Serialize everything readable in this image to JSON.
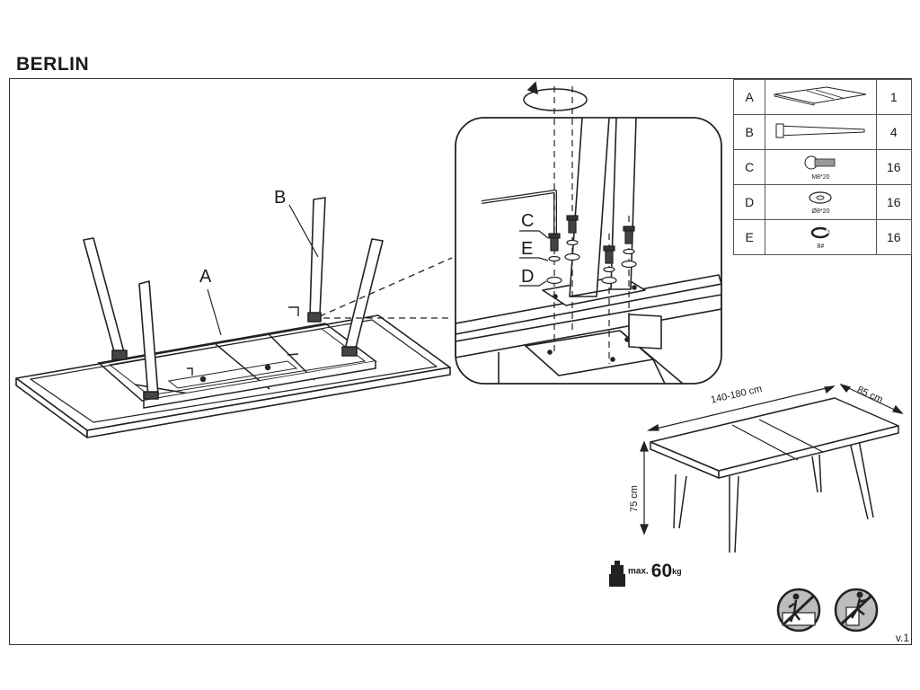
{
  "header": {
    "title": "BERLIN"
  },
  "parts": [
    {
      "letter": "A",
      "spec": "",
      "qty": "1",
      "icon": "table-top-icon"
    },
    {
      "letter": "B",
      "spec": "",
      "qty": "4",
      "icon": "leg-icon"
    },
    {
      "letter": "C",
      "spec": "M8*20",
      "qty": "16",
      "icon": "bolt-icon"
    },
    {
      "letter": "D",
      "spec": "Ø8*20",
      "qty": "16",
      "icon": "washer-icon"
    },
    {
      "letter": "E",
      "spec": "8#",
      "qty": "16",
      "icon": "spring-washer-icon"
    }
  ],
  "callouts": {
    "a": "A",
    "b": "B",
    "c": "C",
    "e": "E",
    "d": "D"
  },
  "dimensions": {
    "length": "140-180 cm",
    "depth": "85 cm",
    "height": "75 cm"
  },
  "weight": {
    "prefix": "max.",
    "value": "60",
    "unit": "kg"
  },
  "version": "v.1"
}
